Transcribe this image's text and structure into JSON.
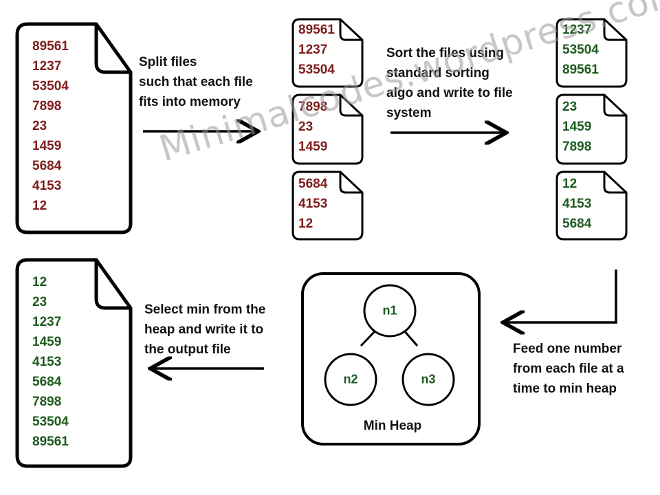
{
  "watermark": "Minimalcodes.wordpress.com",
  "colors": {
    "unsorted": "#7f1d1d",
    "sorted": "#1e5b1e",
    "outline": "#000000"
  },
  "input_file": {
    "numbers": [
      "89561",
      "1237",
      "53504",
      "7898",
      "23",
      "1459",
      "5684",
      "4153",
      "12"
    ]
  },
  "split_step": {
    "lines": [
      "Split files",
      "such that each file",
      "fits into memory"
    ]
  },
  "chunks": [
    {
      "numbers": [
        "89561",
        "1237",
        "53504"
      ]
    },
    {
      "numbers": [
        "7898",
        "23",
        "1459"
      ]
    },
    {
      "numbers": [
        "5684",
        "4153",
        "12"
      ]
    }
  ],
  "sort_step": {
    "lines": [
      "Sort the files using",
      "standard sorting",
      "algo and write to file",
      "system"
    ]
  },
  "sorted_chunks": [
    {
      "numbers": [
        "1237",
        "53504",
        "89561"
      ]
    },
    {
      "numbers": [
        "23",
        "1459",
        "7898"
      ]
    },
    {
      "numbers": [
        "12",
        "4153",
        "5684"
      ]
    }
  ],
  "feed_step": {
    "lines": [
      "Feed one number",
      "from each file at a",
      "time to min heap"
    ]
  },
  "heap": {
    "title": "Min Heap",
    "nodes": [
      "n1",
      "n2",
      "n3"
    ]
  },
  "select_step": {
    "lines": [
      "Select min from the",
      "heap and write it to",
      "the output file"
    ]
  },
  "output_file": {
    "numbers": [
      "12",
      "23",
      "1237",
      "1459",
      "4153",
      "5684",
      "7898",
      "53504",
      "89561"
    ]
  }
}
